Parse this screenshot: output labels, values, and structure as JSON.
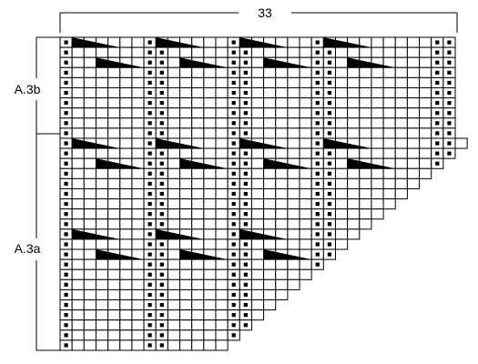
{
  "chart_data": {
    "type": "knitting-chart",
    "width_label": "33",
    "sections": [
      {
        "name": "A.3b",
        "rows": 10
      },
      {
        "name": "A.3a",
        "rows": 21
      }
    ],
    "columns": 33,
    "repeat_width": 7,
    "colors": {
      "line": "#000000",
      "background": "#ffffff",
      "symbol": "#000000"
    }
  }
}
